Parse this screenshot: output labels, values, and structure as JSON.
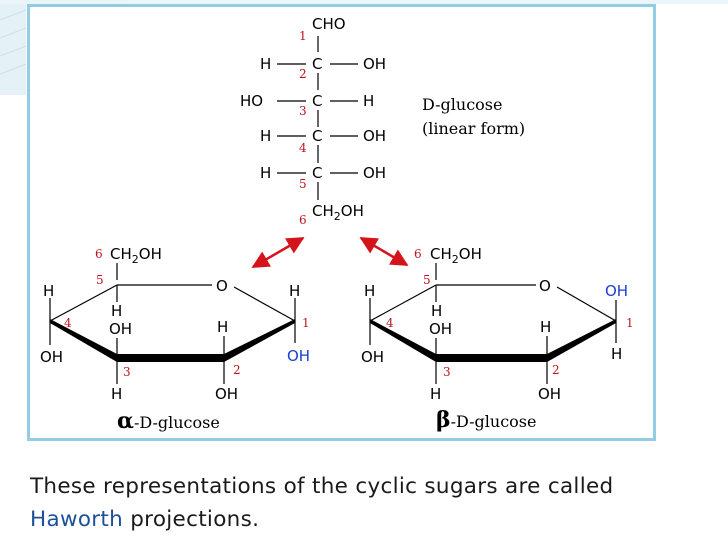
{
  "linear": {
    "label_line1": "D-glucose",
    "label_line2": "(linear form)",
    "top_group": "CHO",
    "rows": [
      {
        "left": "H",
        "center": "C",
        "right": "OH"
      },
      {
        "left": "HO",
        "center": "C",
        "right": "H"
      },
      {
        "left": "H",
        "center": "C",
        "right": "OH"
      },
      {
        "left": "H",
        "center": "C",
        "right": "OH"
      }
    ],
    "bottom_group_main": "CH",
    "bottom_group_sub": "2",
    "bottom_group_tail": "OH",
    "carbon_numbers": [
      "1",
      "2",
      "3",
      "4",
      "5",
      "6"
    ]
  },
  "alpha": {
    "greek": "α",
    "name": "-D-glucose",
    "ring_oxygen": "O",
    "c6_group_main": "CH",
    "c6_group_sub": "2",
    "c6_group_tail": "OH",
    "c4_up": "H",
    "c5_h": "H",
    "c4_oh": "OH",
    "c4_down": "OH",
    "c3_up": "H",
    "c3_down": "H",
    "c2_down": "OH",
    "c1_up": "H",
    "c1_down": "OH",
    "carbon_numbers": [
      "1",
      "2",
      "3",
      "4",
      "5",
      "6"
    ]
  },
  "beta": {
    "greek": "β",
    "name": "-D-glucose",
    "ring_oxygen": "O",
    "c6_group_main": "CH",
    "c6_group_sub": "2",
    "c6_group_tail": "OH",
    "c4_up": "H",
    "c5_h": "H",
    "c4_oh": "OH",
    "c4_down": "OH",
    "c3_up": "H",
    "c3_down": "H",
    "c2_down": "OH",
    "c1_up": "OH",
    "c1_down": "H",
    "carbon_numbers": [
      "1",
      "2",
      "3",
      "4",
      "5",
      "6"
    ]
  },
  "caption": {
    "part1": "These representations of the cyclic sugars are called ",
    "highlight": "Haworth",
    "part2": " projections."
  },
  "colors": {
    "panel_border": "#93cde3",
    "arrow": "#d4131b",
    "highlight_oh": "#1a3fd0",
    "carbon_number": "#c0141c",
    "caption_highlight": "#1d4f9a"
  }
}
